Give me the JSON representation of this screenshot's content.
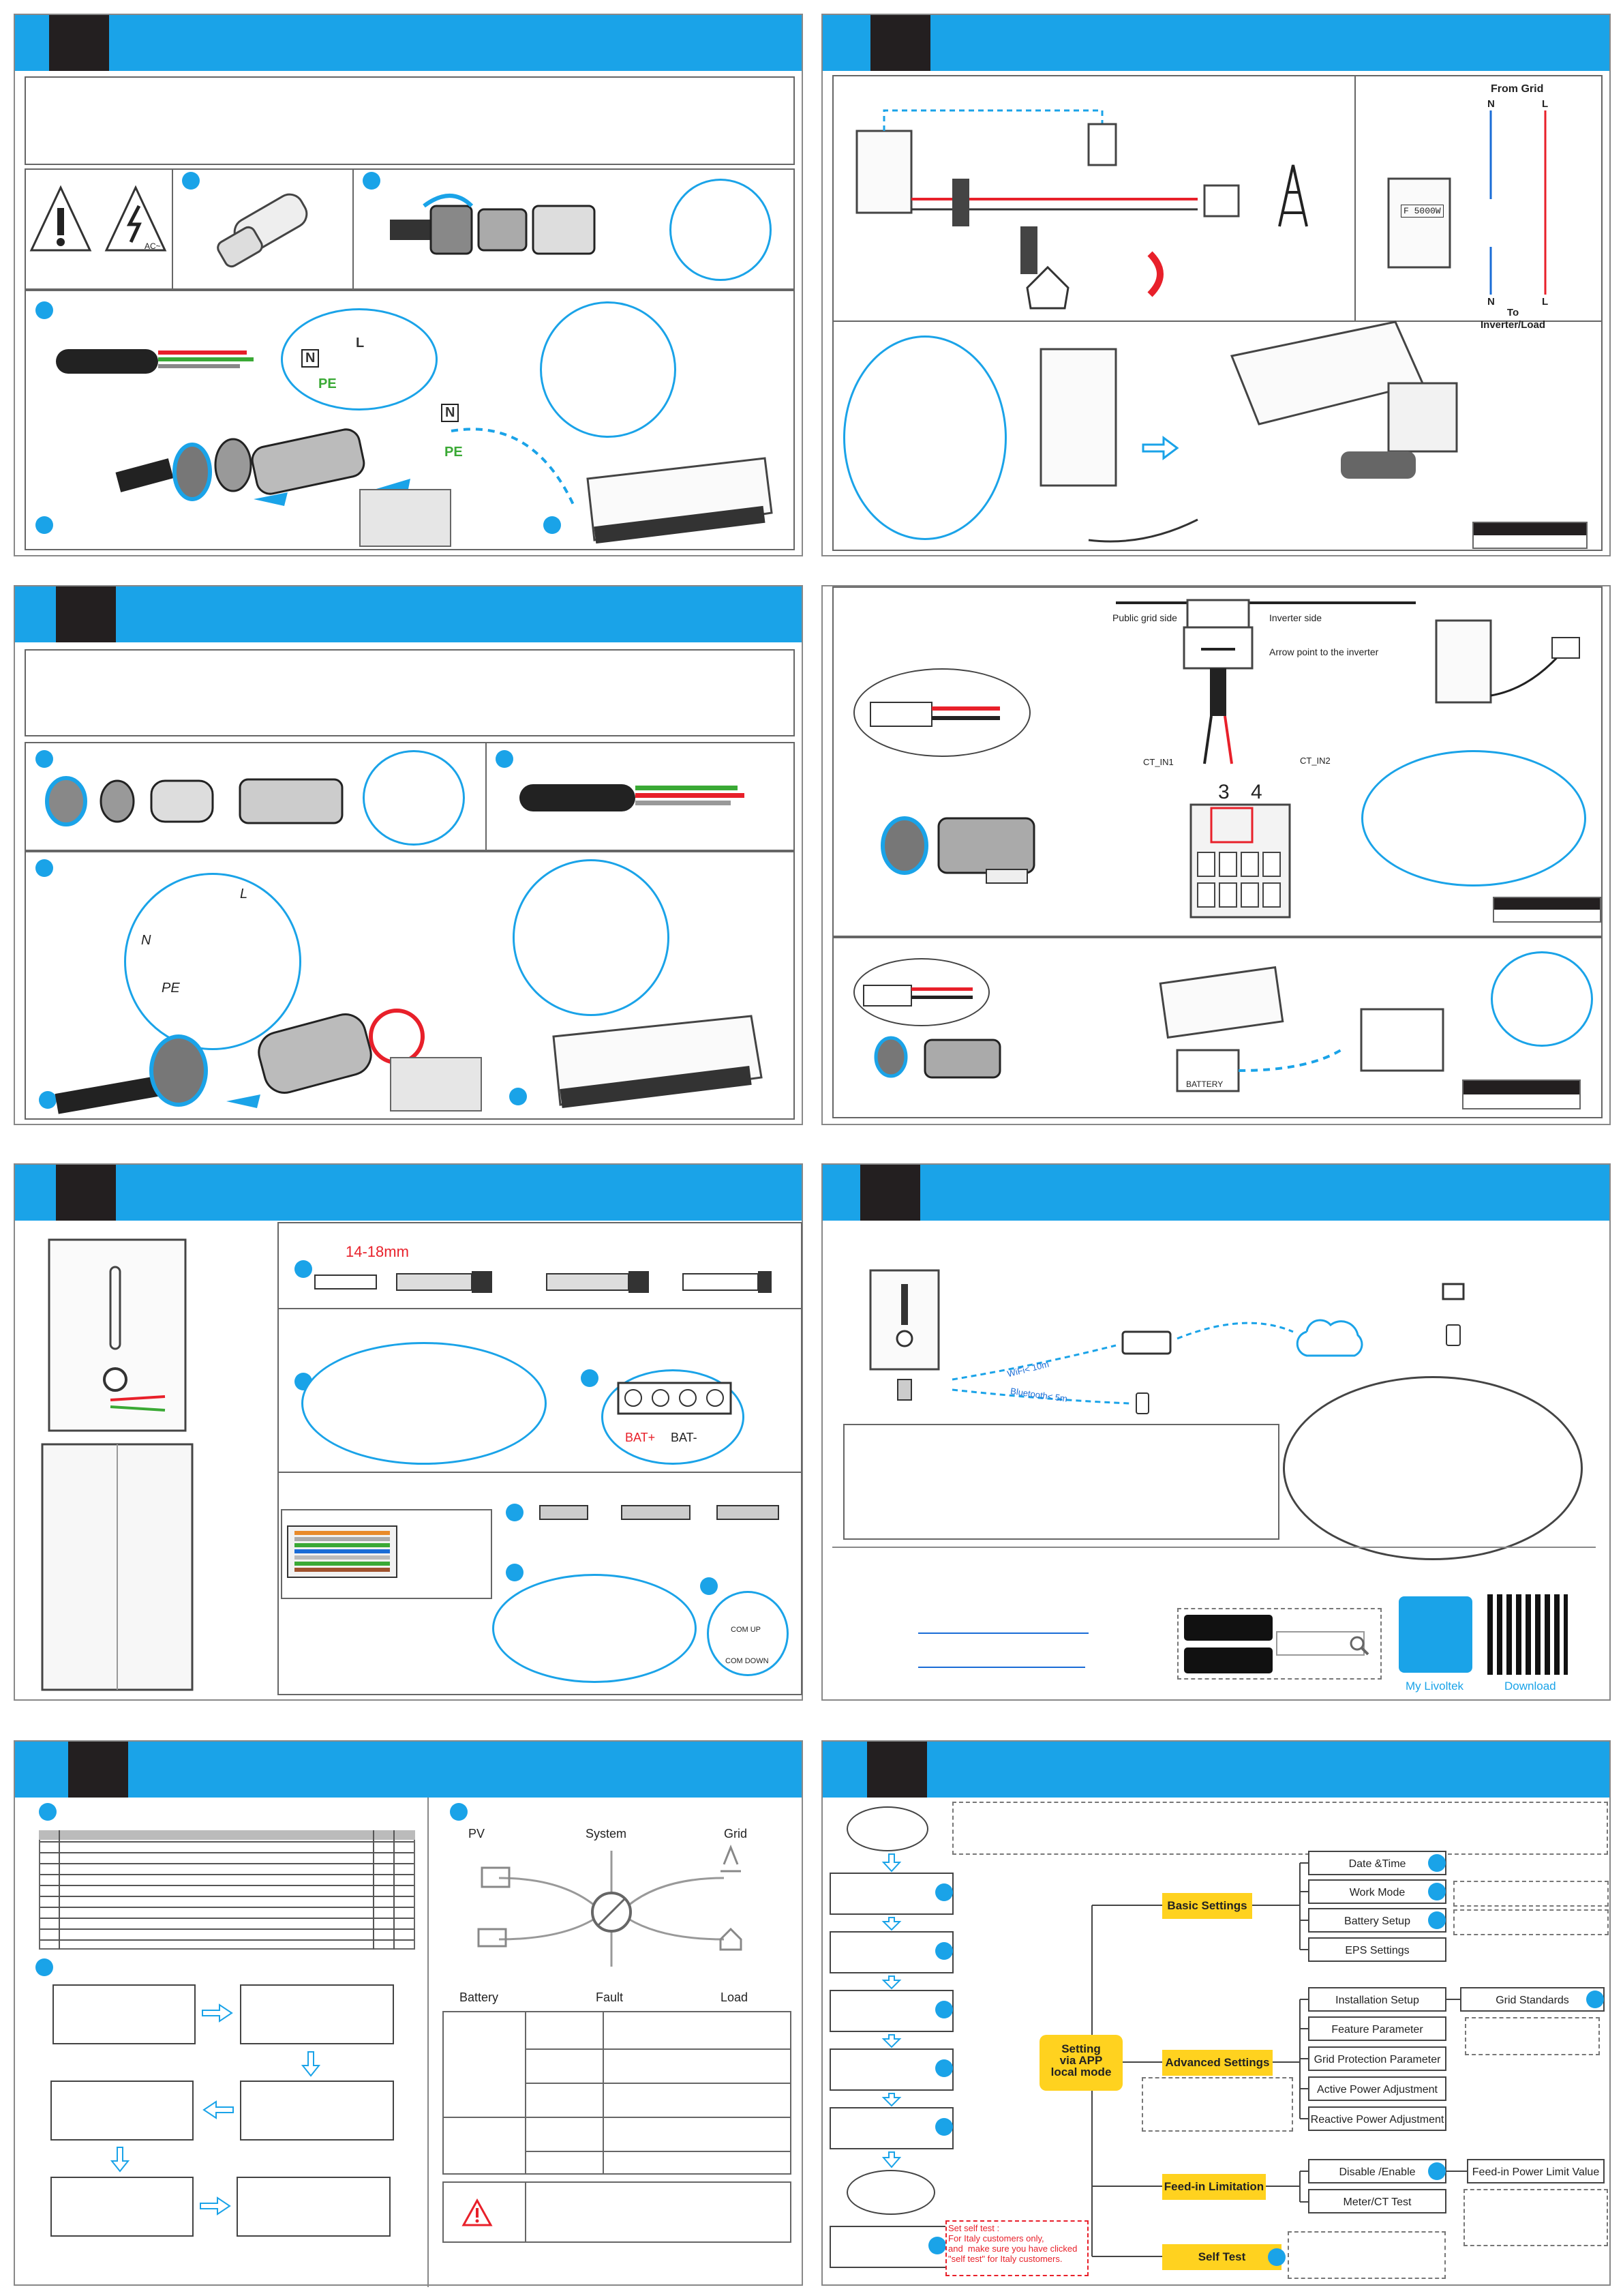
{
  "grid_wiring": {
    "from_grid": "From Grid",
    "n_top": "N",
    "l_top": "L",
    "n_bottom": "N",
    "l_bottom": "L",
    "to_load": "To\nInverter/Load",
    "meter_display": "F 5000W"
  },
  "ac_connector": {
    "n_label": "N",
    "l_label": "L",
    "pe_label": "PE",
    "n_label2": "N",
    "pe_label2": "PE",
    "ac_symbol": "AC~"
  },
  "eps_connector": {
    "n_label": "N",
    "l_label": "L",
    "pe_label": "PE"
  },
  "ct_diagram": {
    "public_grid_side": "Public grid side",
    "inverter_side": "Inverter side",
    "arrow_point": "Arrow point to the inverter",
    "ct_in1": "CT_IN1",
    "ct_in2": "CT_IN2",
    "pin3": "3",
    "pin4": "4"
  },
  "battery_temp": {
    "battery_label": "BATTERY"
  },
  "battery_conn": {
    "strip_length": "14-18mm",
    "bat_plus": "BAT+",
    "bat_minus": "BAT-",
    "com_up": "COM UP",
    "com_down": "COM DOWN"
  },
  "monitoring": {
    "wifi_range": "WiFi< 10m",
    "bt_range": "Bluetooth< 5m",
    "app_name": "My Livoltek",
    "download": "Download"
  },
  "status_diagram": {
    "pv": "PV",
    "system": "System",
    "grid": "Grid",
    "battery": "Battery",
    "fault": "Fault",
    "load": "Load"
  },
  "settings": {
    "root": "Setting\nvia APP\nlocal mode",
    "basic": "Basic Settings",
    "advanced": "Advanced Settings",
    "feedin": "Feed-in Limitation",
    "selftest": "Self Test",
    "date_time": "Date &Time",
    "work_mode": "Work Mode",
    "battery_setup": "Battery Setup",
    "eps_settings": "EPS Settings",
    "installation_setup": "Installation Setup",
    "grid_standards": "Grid Standards",
    "feature_parameter": "Feature Parameter",
    "grid_protection": "Grid Protection Parameter",
    "active_power": "Active Power Adjustment",
    "reactive_power": "Reactive Power Adjustment",
    "disable_enable": "Disable /Enable",
    "feedin_limit_value": "Feed-in Power Limit Value",
    "meter_ct_test": "Meter/CT Test",
    "self_test_note": "Set self test :\nFor Italy customers only,\nand  make sure you have clicked\n\"self test\" for Italy customers."
  },
  "colors": {
    "accent": "#1aa3e8",
    "tag": "#231f20",
    "highlight": "#ffd21f",
    "wire_red": "#e8202a",
    "wire_green": "#3aa935"
  }
}
